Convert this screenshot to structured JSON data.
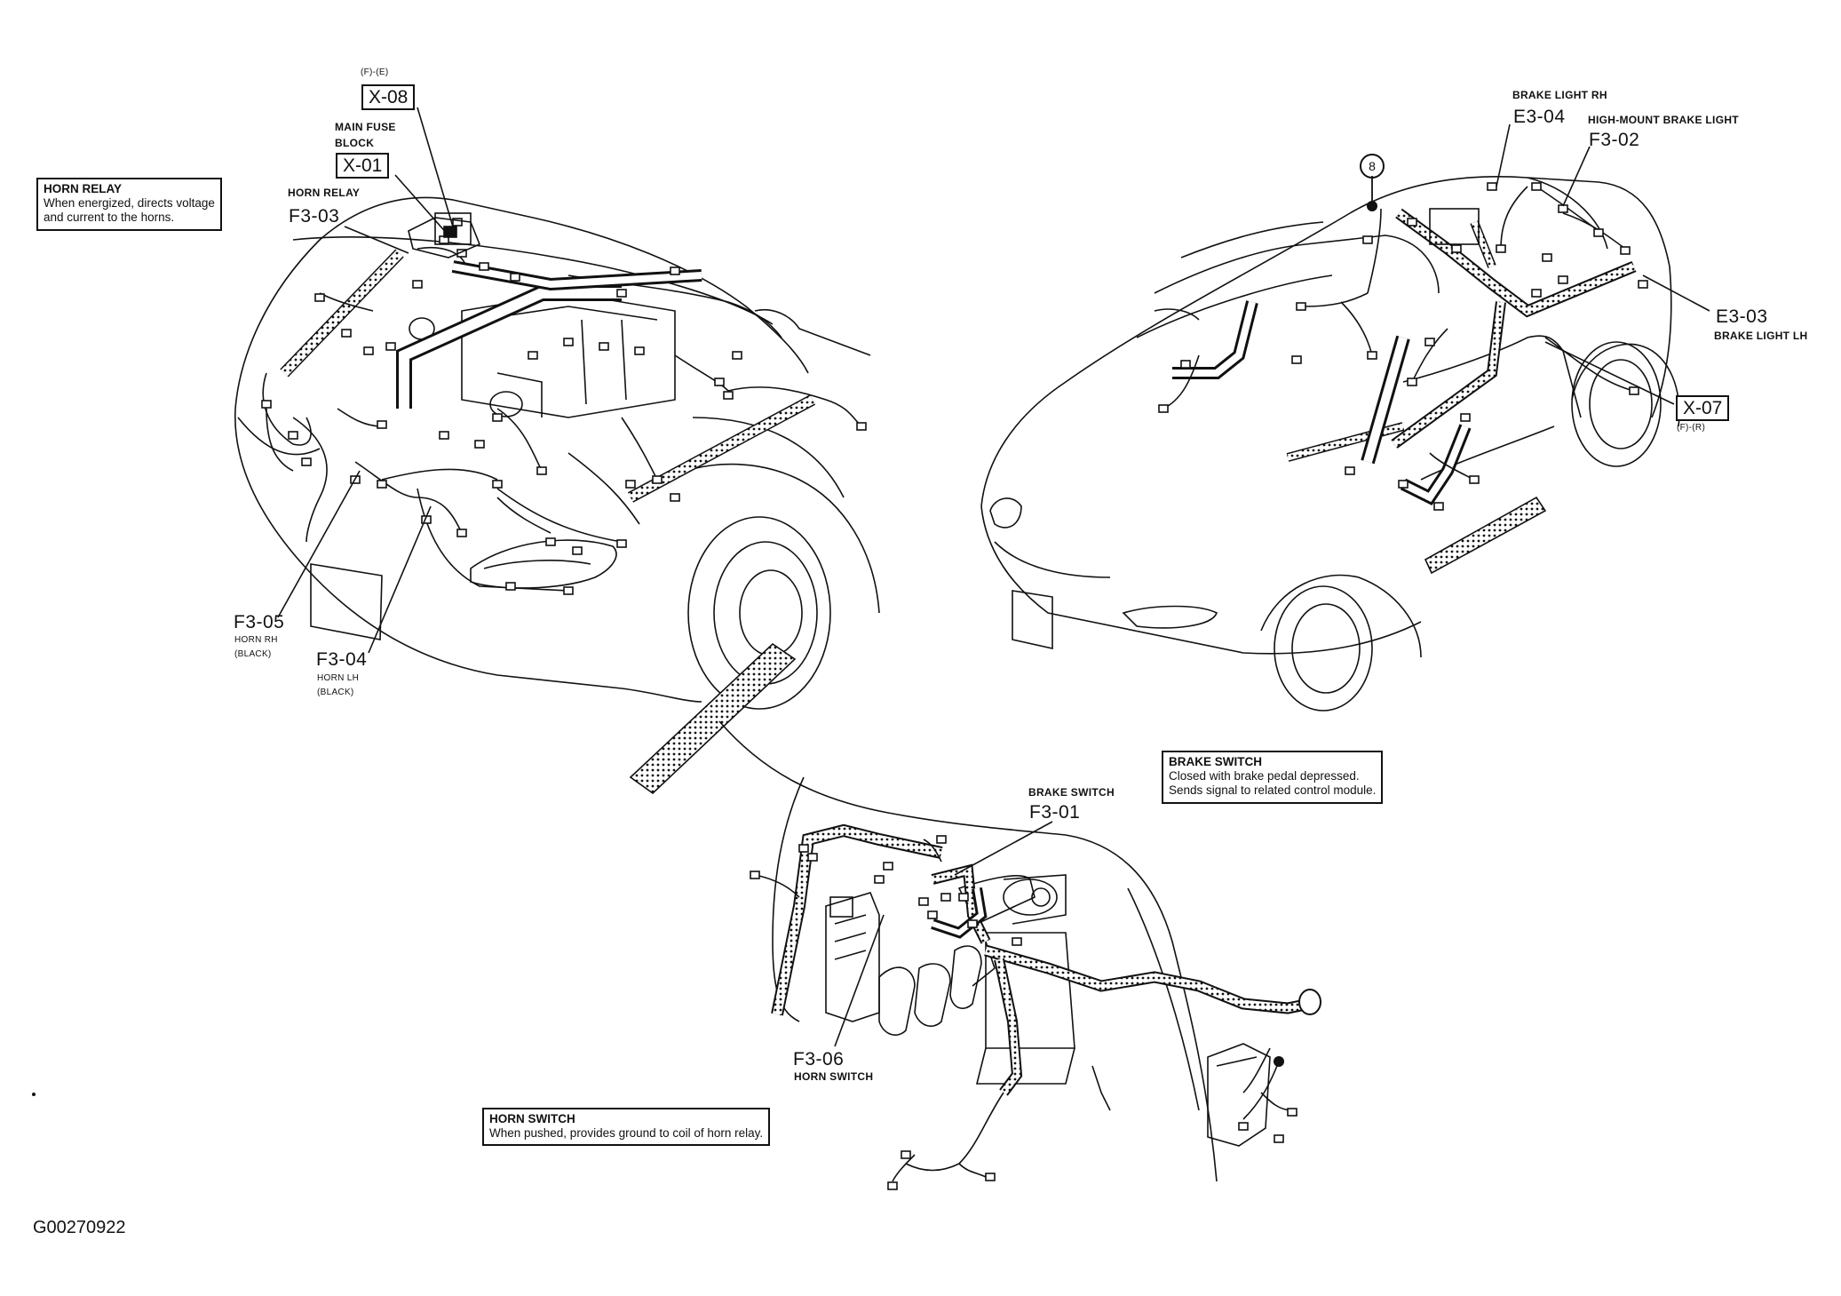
{
  "figure_id": "G00270922",
  "notes": {
    "horn_relay": {
      "title": "HORN RELAY",
      "lines": [
        "When energized, directs voltage",
        "and current to the horns."
      ]
    },
    "brake_switch": {
      "title": "BRAKE SWITCH",
      "lines": [
        "Closed with brake pedal depressed.",
        "Sends signal to related control module."
      ]
    },
    "horn_switch": {
      "title": "HORN SWITCH",
      "lines": [
        "When pushed, provides ground to coil of horn relay."
      ]
    }
  },
  "front_view": {
    "x08": {
      "note": "(F)-(E)",
      "code": "X-08"
    },
    "x01": {
      "caption_1": "MAIN FUSE",
      "caption_2": "BLOCK",
      "code": "X-01"
    },
    "f303": {
      "caption": "HORN RELAY",
      "code": "F3-03"
    },
    "f305": {
      "code": "F3-05",
      "caption": "HORN RH",
      "color": "(BLACK)"
    },
    "f304": {
      "code": "F3-04",
      "caption": "HORN LH",
      "color": "(BLACK)"
    }
  },
  "rear_view": {
    "ground": {
      "number": "8"
    },
    "e304": {
      "caption": "BRAKE LIGHT RH",
      "code": "E3-04"
    },
    "f302": {
      "caption": "HIGH-MOUNT BRAKE LIGHT",
      "code": "F3-02"
    },
    "e303": {
      "code": "E3-03",
      "caption": "BRAKE LIGHT LH"
    },
    "x07": {
      "code": "X-07",
      "note": "(F)-(R)"
    }
  },
  "dash_view": {
    "f301": {
      "caption": "BRAKE SWITCH",
      "code": "F3-01"
    },
    "f306": {
      "code": "F3-06",
      "caption": "HORN SWITCH"
    }
  }
}
